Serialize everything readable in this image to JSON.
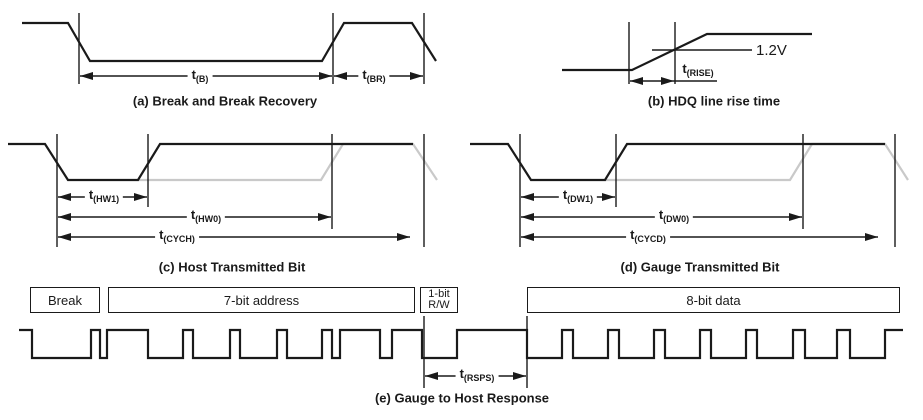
{
  "panels": {
    "a": {
      "caption": "(a) Break and Break Recovery",
      "t_b": {
        "main": "t",
        "sub": "(B)"
      },
      "t_br": {
        "main": "t",
        "sub": "(BR)"
      }
    },
    "b": {
      "caption": "(b) HDQ line rise time",
      "voltage_label": "1.2V",
      "t_rise": {
        "main": "t",
        "sub": "(RISE)"
      }
    },
    "c": {
      "caption": "(c) Host Transmitted Bit",
      "t_hw1": {
        "main": "t",
        "sub": "(HW1)"
      },
      "t_hw0": {
        "main": "t",
        "sub": "(HW0)"
      },
      "t_cych": {
        "main": "t",
        "sub": "(CYCH)"
      }
    },
    "d": {
      "caption": "(d) Gauge Transmitted Bit",
      "t_dw1": {
        "main": "t",
        "sub": "(DW1)"
      },
      "t_dw0": {
        "main": "t",
        "sub": "(DW0)"
      },
      "t_cycd": {
        "main": "t",
        "sub": "(CYCD)"
      }
    },
    "e": {
      "caption": "(e) Gauge to Host Response",
      "boxes": {
        "break": "Break",
        "address": "7-bit address",
        "rw_top": "1-bit",
        "rw_bottom": "R/W",
        "data": "8-bit data"
      },
      "t_rsps": {
        "main": "t",
        "sub": "(RSPS)"
      }
    }
  },
  "colors": {
    "line": "#1a1a1a",
    "faded": "#c9c9c9"
  }
}
